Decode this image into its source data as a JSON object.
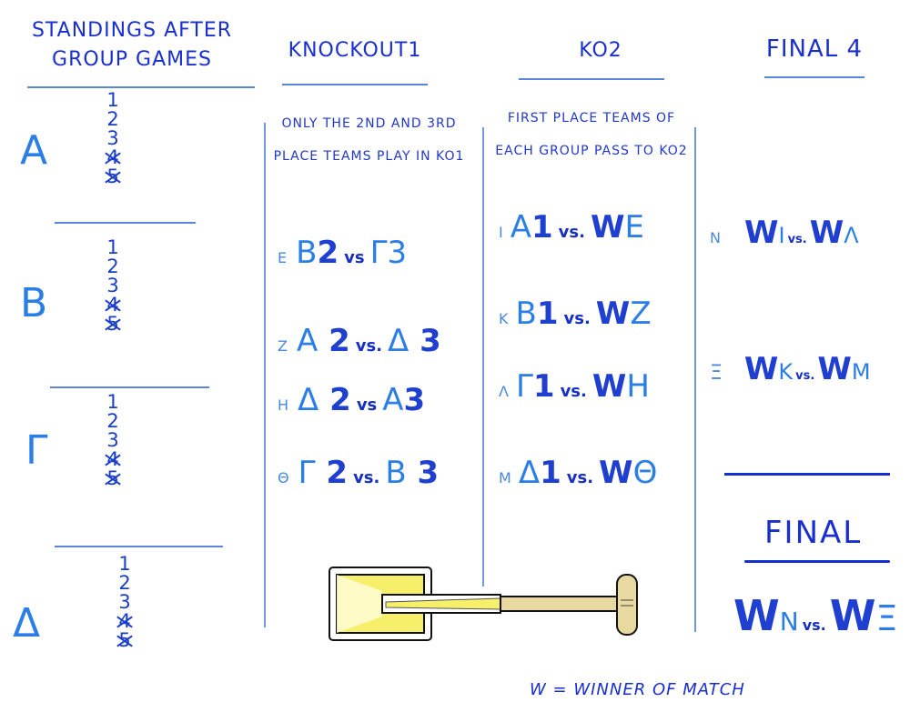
{
  "headers": {
    "standings": "STANDINGS AFTER GROUP GAMES",
    "ko1": "KNOCKOUT1",
    "ko2": "KO2",
    "final4": "FINAL 4"
  },
  "notes": {
    "ko1": "ONLY THE 2ND AND 3RD PLACE TEAMS PLAY IN KO1",
    "ko2": "FIRST PLACE TEAMS OF EACH GROUP PASS TO KO2"
  },
  "groups": [
    {
      "letter": "A",
      "ranks": [
        "1",
        "2",
        "3",
        "4",
        "5"
      ]
    },
    {
      "letter": "B",
      "ranks": [
        "1",
        "2",
        "3",
        "4",
        "5"
      ]
    },
    {
      "letter": "Γ",
      "ranks": [
        "1",
        "2",
        "3",
        "4",
        "5"
      ]
    },
    {
      "letter": "Δ",
      "ranks": [
        "1",
        "2",
        "3",
        "4",
        "5"
      ]
    }
  ],
  "ko1_matches": [
    {
      "label": "E",
      "home": "B",
      "home_num": "2",
      "vs": "vs",
      "away": "Γ",
      "away_num": "3"
    },
    {
      "label": "Z",
      "home": "A",
      "home_num": "2",
      "vs": "vs.",
      "away": "Δ",
      "away_num": "3"
    },
    {
      "label": "H",
      "home": "Δ",
      "home_num": "2",
      "vs": "vs",
      "away": "A",
      "away_num": "3"
    },
    {
      "label": "Θ",
      "home": "Γ",
      "home_num": "2",
      "vs": "vs.",
      "away": "B",
      "away_num": "3"
    }
  ],
  "ko2_matches": [
    {
      "label": "I",
      "home": "A",
      "home_num": "1",
      "vs": "vs.",
      "away": "W",
      "away_ref": "E"
    },
    {
      "label": "K",
      "home": "B",
      "home_num": "1",
      "vs": "vs.",
      "away": "W",
      "away_ref": "Z"
    },
    {
      "label": "Λ",
      "home": "Γ",
      "home_num": "1",
      "vs": "vs.",
      "away": "W",
      "away_ref": "H"
    },
    {
      "label": "M",
      "home": "Δ",
      "home_num": "1",
      "vs": "vs.",
      "away": "W",
      "away_ref": "Θ"
    }
  ],
  "final4_matches": [
    {
      "label": "N",
      "home": "W",
      "home_ref": "I",
      "vs": "vs.",
      "away": "W",
      "away_ref": "Λ"
    },
    {
      "label": "Ξ",
      "home": "W",
      "home_ref": "K",
      "vs": "vs.",
      "away": "W",
      "away_ref": "M"
    }
  ],
  "final": {
    "title": "FINAL",
    "home": "W",
    "home_ref": "N",
    "vs": "vs.",
    "away": "W",
    "away_ref": "Ξ"
  },
  "footer": "W = WINNER OF MATCH",
  "colors": {
    "ink": "#1a2fd0",
    "light_ink": "#2a7ee6",
    "cup": "#f5ef6a"
  }
}
